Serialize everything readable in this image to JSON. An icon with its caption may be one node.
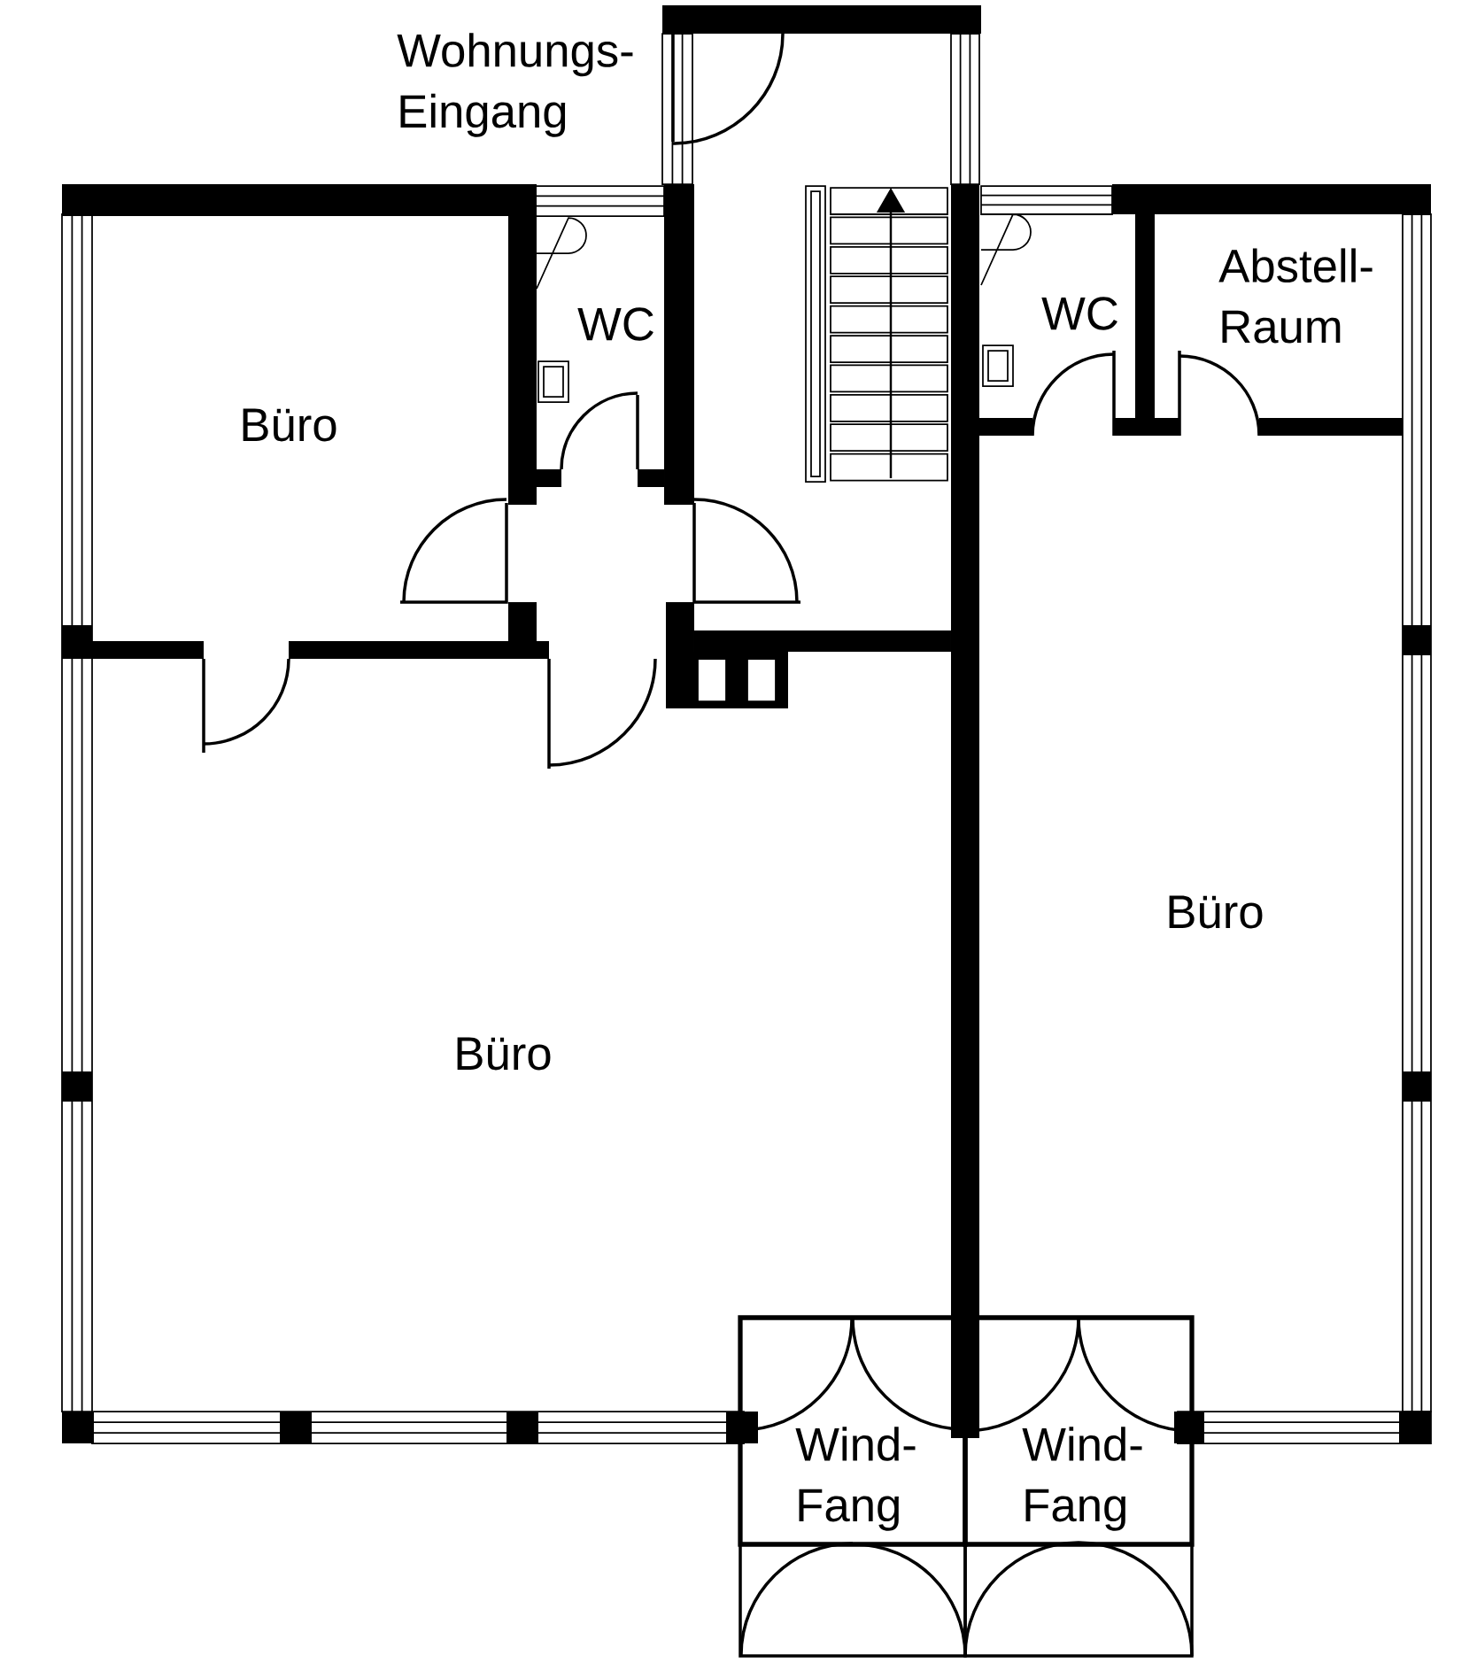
{
  "diagram": {
    "labels": [
      "Wohnungs- Eingang",
      "WC",
      "WC",
      "Abstell- Raum",
      "Büro",
      "Büro",
      "Büro",
      "Wind- Fang",
      "Wind- Fang"
    ]
  }
}
